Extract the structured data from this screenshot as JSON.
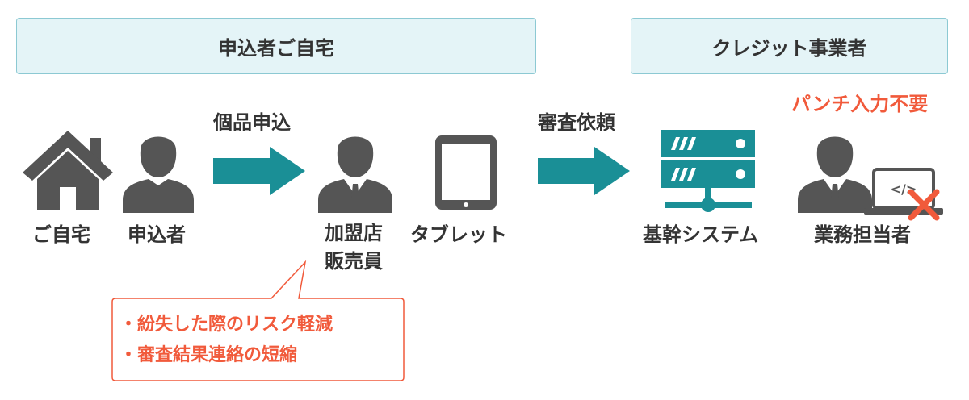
{
  "headers": {
    "home": "申込者ご自宅",
    "credit": "クレジット事業者"
  },
  "arrows": {
    "first": "個品申込",
    "second": "審査依頼"
  },
  "note": "パンチ入力不要",
  "labels": {
    "home": "ご自宅",
    "applicant": "申込者",
    "staff_line1": "加盟店",
    "staff_line2": "販売員",
    "tablet": "タブレット",
    "system": "基幹システム",
    "operator": "業務担当者"
  },
  "callout": {
    "items": [
      "・紛失した際のリスク軽減",
      "・審査結果連絡の短縮"
    ]
  },
  "laptop_code": "</>",
  "colors": {
    "teal": "#1a8f96",
    "gray": "#555555",
    "red": "#f15a3b",
    "header_bg": "#e4f4f7",
    "header_border": "#8cc9d3"
  },
  "icons": [
    "house-icon",
    "person-icon",
    "arrow-right-icon",
    "tablet-icon",
    "server-icon",
    "laptop-icon",
    "cross-icon"
  ]
}
